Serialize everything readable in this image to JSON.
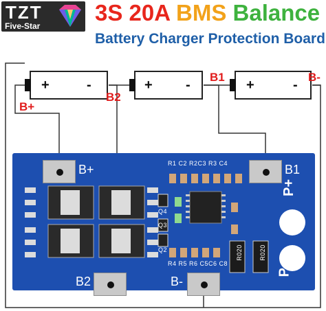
{
  "logo": {
    "main": "TZT",
    "sub": "Five-Star"
  },
  "title": {
    "part1": "3S 20A",
    "part2": "BMS",
    "part3": "Balance"
  },
  "subtitle": "Battery Charger Protection Board",
  "terminal_labels": {
    "b_plus": "B+",
    "b2": "B2",
    "b1": "B1",
    "b_minus": "B-"
  },
  "battery_polarity": {
    "plus": "+",
    "minus": "-"
  },
  "board": {
    "pad_b_plus": "B+",
    "pad_b1": "B1",
    "pad_b2": "B2",
    "pad_b_minus": "B-",
    "p_plus": "P+",
    "p_minus": "P-",
    "resistor_label": "R020",
    "silk_top": "R1 C2 R2C3 R3 C4",
    "silk_bottom": "R4 R5 R6 C5C6 C8",
    "silk_q_right": "Q4",
    "silk_q2": "Q2",
    "silk_q3": "Q3"
  },
  "colors": {
    "board": "#1d4fb0",
    "wire": "#333333",
    "label_red": "#e11d1d",
    "subtitle_blue": "#1f5fa8"
  }
}
